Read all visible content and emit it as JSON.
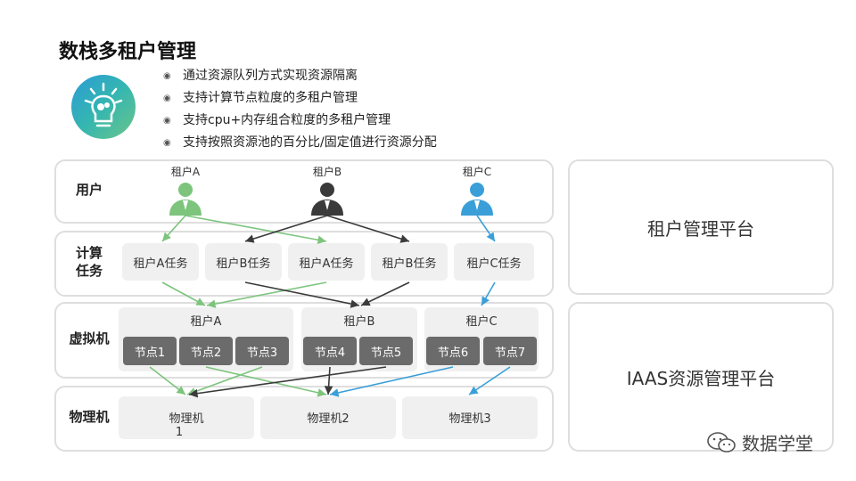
{
  "title": "数栈多租户管理",
  "bullets": [
    "通过资源队列方式实现资源隔离",
    "支持计算节点粒度的多租户管理",
    "支持cpu+内存组合粒度的多租户管理",
    "支持按照资源池的百分比/固定值进行资源分配"
  ],
  "bullet_glyph": "◉",
  "rows": {
    "user": "用户",
    "task_line1": "计算",
    "task_line2": "任务",
    "vm": "虚拟机",
    "pm": "物理机"
  },
  "tenants": [
    {
      "label": "租户A",
      "color": "#7dc47d"
    },
    {
      "label": "租户B",
      "color": "#3a3a3a"
    },
    {
      "label": "租户C",
      "color": "#3a9fd8"
    }
  ],
  "tasks": [
    "租户A任务",
    "租户B任务",
    "租户A任务",
    "租户B任务",
    "租户C任务"
  ],
  "vm_groups": [
    {
      "label": "租户A",
      "nodes": [
        "节点1",
        "节点2",
        "节点3"
      ]
    },
    {
      "label": "租户B",
      "nodes": [
        "节点4",
        "节点5"
      ]
    },
    {
      "label": "租户C",
      "nodes": [
        "节点6",
        "节点7"
      ]
    }
  ],
  "physical": [
    {
      "line1": "物理机",
      "line2": "1"
    },
    {
      "line1": "物理机2",
      "line2": ""
    },
    {
      "line1": "物理机3",
      "line2": ""
    }
  ],
  "side_panels": {
    "top": "租户管理平台",
    "bottom": "IAAS资源管理平台"
  },
  "watermark": "数据学堂",
  "colors": {
    "tenantA": "#7dc47d",
    "tenantB": "#3a3a3a",
    "tenantC": "#3a9fd8",
    "node": "#6b6b6b"
  }
}
